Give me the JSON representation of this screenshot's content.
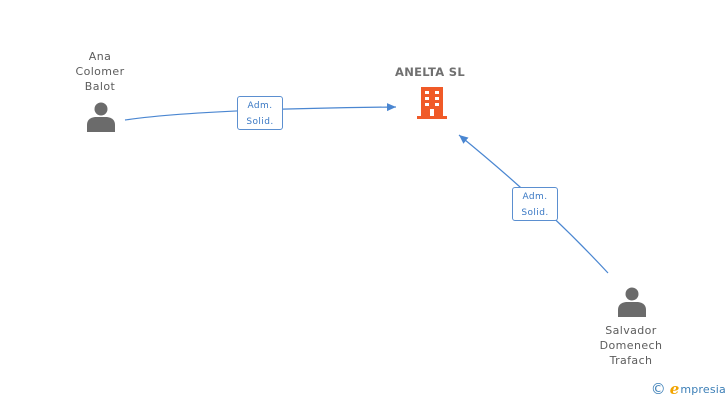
{
  "company": {
    "name": "ANELTA SL",
    "icon": "building-icon",
    "color": "#f05a28"
  },
  "persons": [
    {
      "name": "Ana\nColomer\nBalot",
      "icon": "person-icon"
    },
    {
      "name": "Salvador\nDomenech\nTrafach",
      "icon": "person-icon"
    }
  ],
  "relations": [
    {
      "from": "Ana Colomer Balot",
      "to": "ANELTA SL",
      "line1": "Adm.",
      "line2": "Solid."
    },
    {
      "from": "Salvador Domenech Trafach",
      "to": "ANELTA SL",
      "line1": "Adm.",
      "line2": "Solid."
    }
  ],
  "colors": {
    "edge": "#4a86d1",
    "person": "#6b6b6b",
    "label_text": "#3a78c4"
  },
  "footer": {
    "copyright": "©",
    "brand_initial": "e",
    "brand_rest": "mpresia",
    "copyright_icon": "copyright-icon"
  }
}
